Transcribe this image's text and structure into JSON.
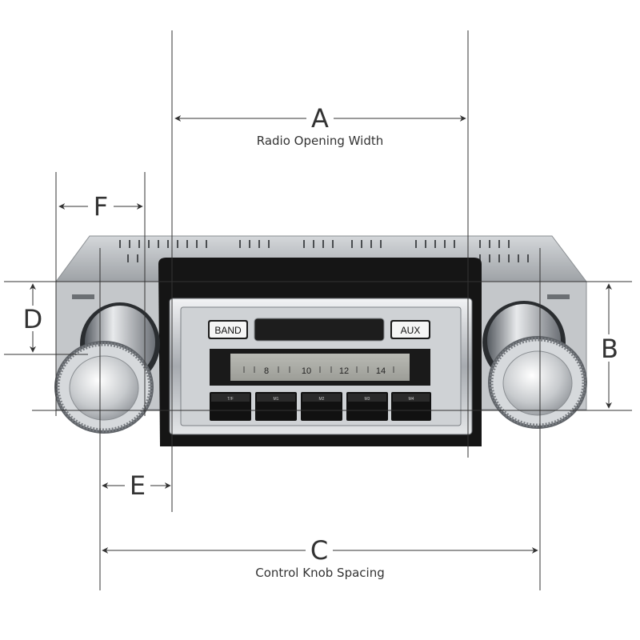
{
  "dimensions": {
    "a": {
      "letter": "A",
      "caption": "Radio Opening Width"
    },
    "b": {
      "letter": "B"
    },
    "c": {
      "letter": "C",
      "caption": "Control Knob Spacing"
    },
    "d": {
      "letter": "D"
    },
    "e": {
      "letter": "E"
    },
    "f": {
      "letter": "F"
    }
  },
  "radio": {
    "buttons": {
      "band": "BAND",
      "aux": "AUX"
    },
    "dial_ticks": [
      "8",
      "10",
      "12",
      "14"
    ],
    "presets": [
      "T/F",
      "M1",
      "M2",
      "M3",
      "M4"
    ]
  },
  "colors": {
    "line": "#333333",
    "chassis": "#b8bcc0",
    "bezel": "#151515",
    "chrome": "#c9ccd0",
    "dial_face": "#a9aaa4"
  }
}
